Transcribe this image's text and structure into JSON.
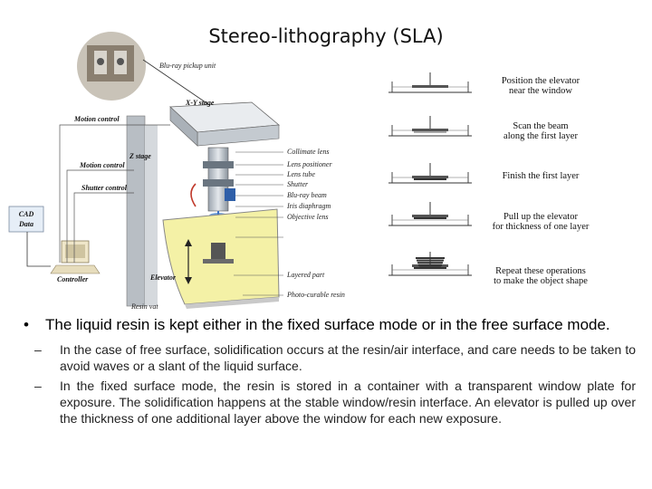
{
  "title": "Stereo-lithography (SLA)",
  "figure": {
    "labels": {
      "blu_ray_pickup": "Blu-ray pickup unit",
      "xy_stage": "X-Y stage",
      "motion_control_1": "Motion control",
      "z_stage": "Z stage",
      "motion_control_2": "Motion control",
      "shutter_control": "Shutter control",
      "cad_1": "CAD",
      "cad_2": "Data",
      "controller": "Controller",
      "collimate_lens": "Collimate lens",
      "lens_positioner": "Lens positioner",
      "lens_tube": "Lens tube",
      "shutter": "Shutter",
      "blu_ray_beam": "Blu-ray beam",
      "iris_diaphragm": "Iris diaphragm",
      "objective_lens": "Objective lens",
      "elevator": "Elevator",
      "layered_part": "Layered part",
      "photo_curable_resin": "Photo-curable resin",
      "resin_vat": "Resin vat"
    }
  },
  "steps": [
    {
      "line1": "Position the elevator",
      "line2": "near the window"
    },
    {
      "line1": "Scan the beam",
      "line2": "along the first layer"
    },
    {
      "line1": "Finish the first layer",
      "line2": ""
    },
    {
      "line1": "Pull up the elevator",
      "line2": "for thickness of one layer"
    },
    {
      "line1": "Repeat these operations",
      "line2": "to make the object shape"
    }
  ],
  "bullet": {
    "text": "The liquid resin is kept either in the fixed surface mode  or in the free surface mode.",
    "subs": [
      "In the case of free surface, solidification occurs at the resin/air interface, and care needs to be taken to avoid waves or a slant of the liquid surface.",
      "In the fixed surface mode, the resin is stored in a container with a transparent window plate for exposure. The solidification happens at the stable window/resin interface. An elevator is pulled up over the thickness of one additional layer above the window for each new exposure."
    ]
  }
}
